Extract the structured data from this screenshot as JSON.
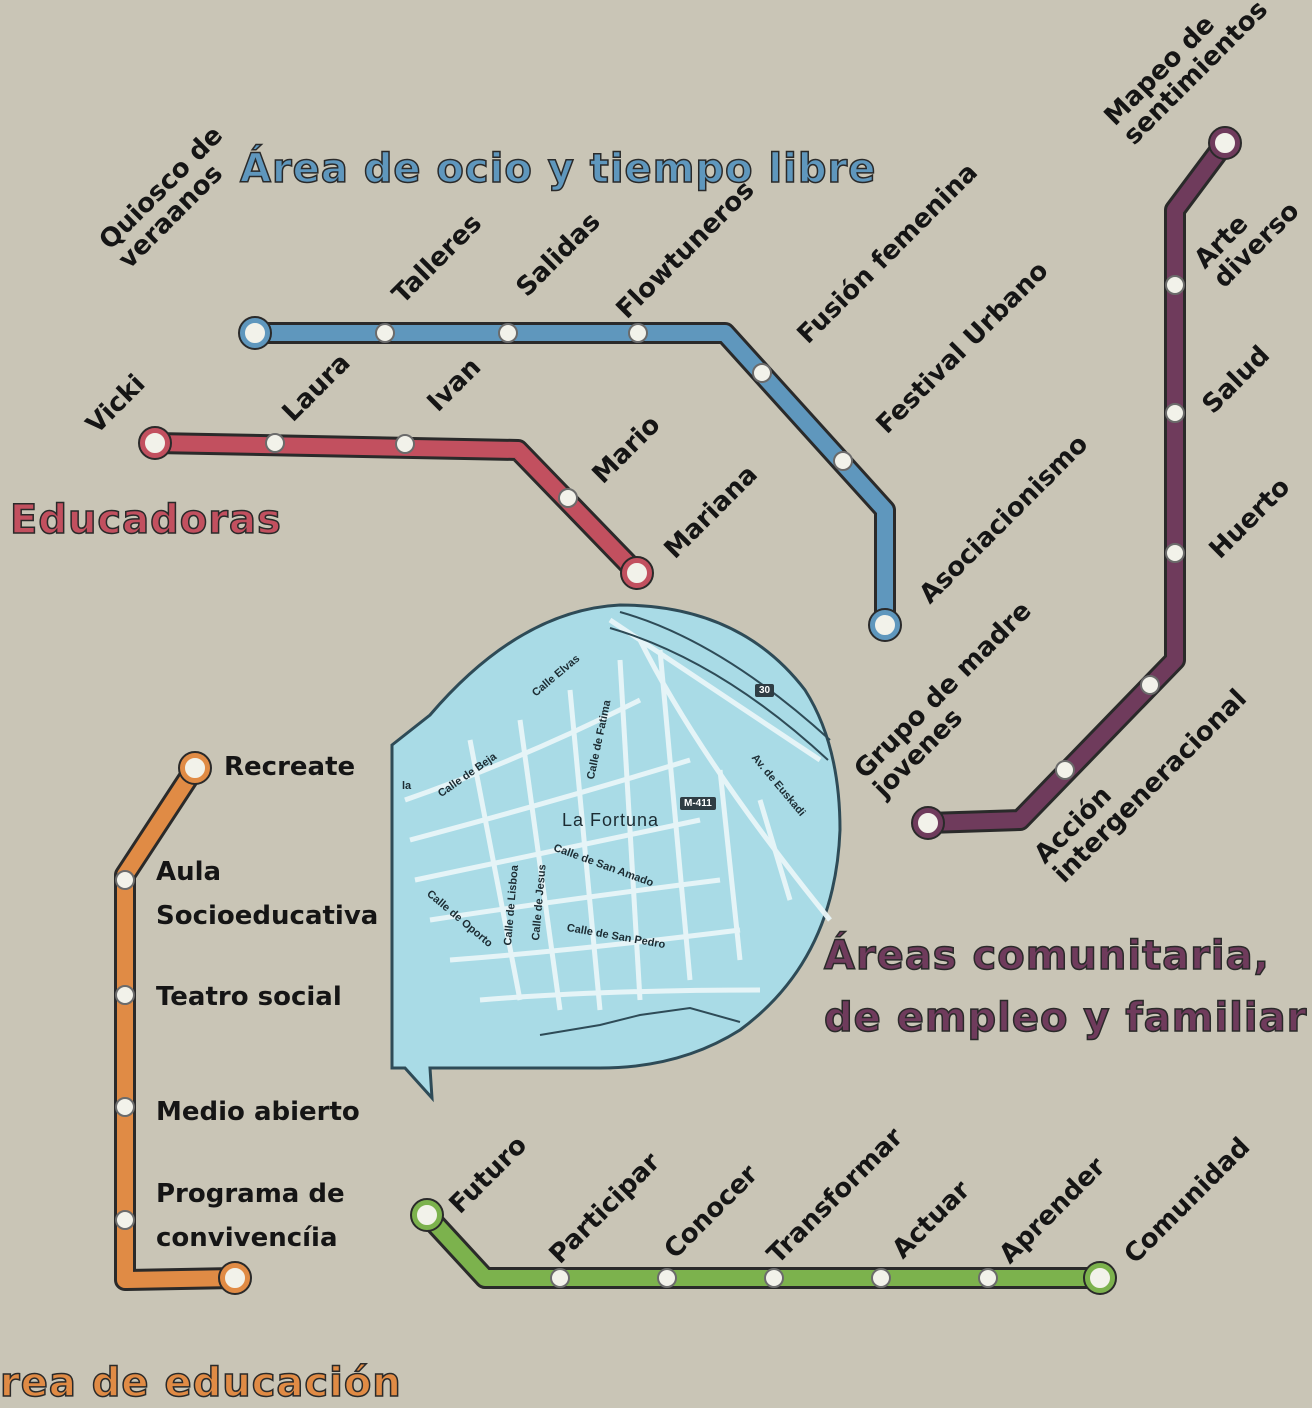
{
  "lines": {
    "ocio": {
      "title": "Área de ocio y tiempo libre",
      "color": "#5f97bd",
      "stations": [
        "Quiosco de veraanos",
        "Talleres",
        "Salidas",
        "Flowtuneros",
        "Fusión femenina",
        "Festival Urbano",
        "Asociacionismo"
      ]
    },
    "educadoras": {
      "title": "Educadoras",
      "color": "#c2505f",
      "stations": [
        "Vicki",
        "Laura",
        "Ivan",
        "Mario",
        "Mariana"
      ]
    },
    "comunitaria": {
      "title_line1": "Áreas  comunitaria,",
      "title_line2": "de empleo y familiar",
      "color": "#6f3b5c",
      "stations": [
        "Mapeo de sentimientos",
        "Arte diverso",
        "Salud",
        "Huerto",
        "Grupo de madre jovenes",
        "Acción intergeneracional"
      ]
    },
    "educacion": {
      "title": "rea de educación",
      "color": "#e08b45",
      "stations": [
        "Recreate",
        "Aula Socioeducativa",
        "Teatro social",
        "Medio abierto",
        "Programa de convivencíia"
      ]
    },
    "valores": {
      "color": "#7cb24d",
      "stations": [
        "Futuro",
        "Participar",
        "Conocer",
        "Transformar",
        "Actuar",
        "Aprender",
        "Comunidad"
      ]
    }
  },
  "map": {
    "city": "La Fortuna",
    "streets": [
      "Calle Elvas",
      "Calle de Fatima",
      "Calle de Beja",
      "Av. de Euskadi",
      "Calle de Lisboa",
      "Calle de Jesus",
      "Calle de San Amado",
      "Calle de Oporto",
      "Calle de San Pedro"
    ],
    "road_m411": "M-411",
    "road_30": "30",
    "edge_label": "la",
    "colors": {
      "bg": "#a9dbe6",
      "streets": "#e9f6f8",
      "outline": "#2e4b57"
    }
  }
}
